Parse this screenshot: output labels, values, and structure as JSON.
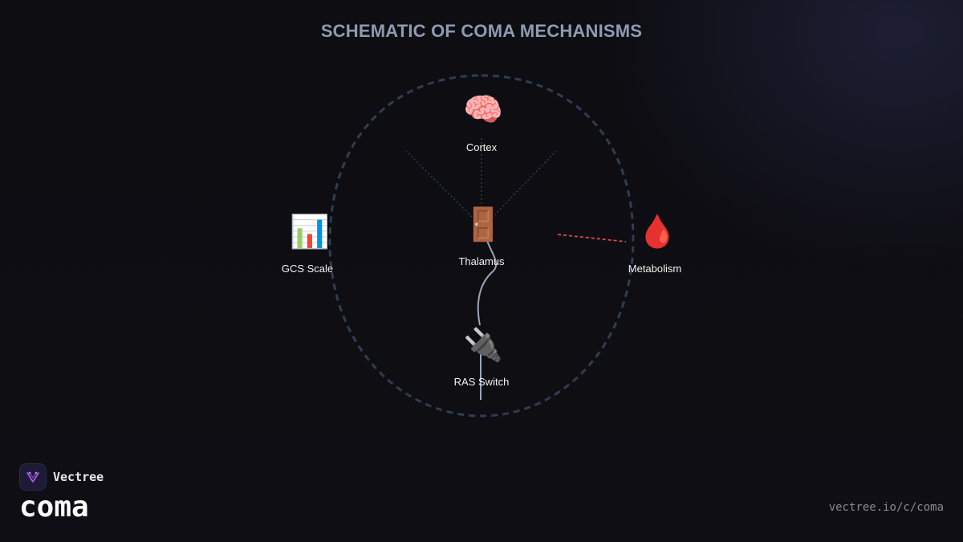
{
  "title": "SCHEMATIC OF COMA MECHANISMS",
  "nodes": [
    {
      "id": "cortex",
      "label": "Cortex",
      "icon": "brain-icon",
      "glyph": "🧠"
    },
    {
      "id": "thalamus",
      "label": "Thalamus",
      "icon": "door-icon",
      "glyph": "🚪"
    },
    {
      "id": "gcs",
      "label": "GCS Scale",
      "icon": "bar-chart-icon",
      "glyph": "📊"
    },
    {
      "id": "metabolism",
      "label": "Metabolism",
      "icon": "blood-drop-icon",
      "glyph": "🩸"
    },
    {
      "id": "ras",
      "label": "RAS Switch",
      "icon": "plug-icon",
      "glyph": "🔌"
    }
  ],
  "colors": {
    "boundary": "#2f3d52",
    "faint_link": "#3b4a5f",
    "metabolic_link": "#e04848",
    "pathway": "#9aa6b8"
  },
  "footer": {
    "brand": "Vectree",
    "slug": "coma",
    "url": "vectree.io/c/coma"
  }
}
